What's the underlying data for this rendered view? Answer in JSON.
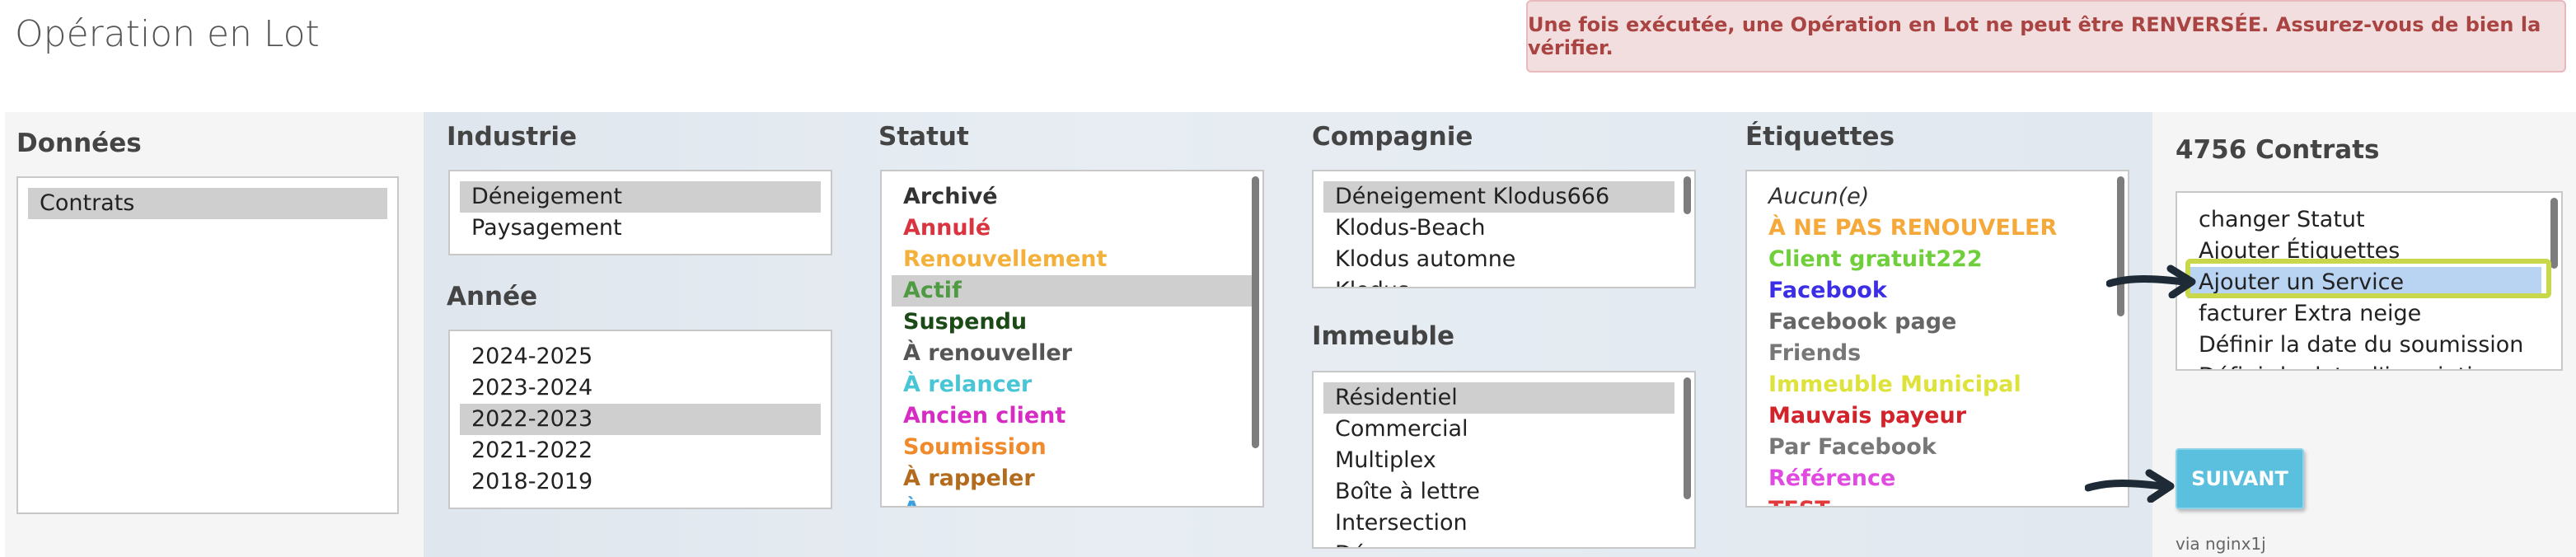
{
  "page": {
    "title": "Opération en Lot"
  },
  "warning": {
    "text": "Une fois exécutée, une Opération en Lot ne peut être RENVERSÉE. Assurez-vous de bien la vérifier."
  },
  "donnees": {
    "label": "Données",
    "options": [
      "Contrats"
    ]
  },
  "industrie": {
    "label": "Industrie",
    "options": [
      "Déneigement",
      "Paysagement"
    ]
  },
  "annee": {
    "label": "Année",
    "options": [
      "2024-2025",
      "2023-2024",
      "2022-2023",
      "2021-2022",
      "2018-2019"
    ]
  },
  "statut": {
    "label": "Statut",
    "options": [
      {
        "text": "Archivé",
        "color": "#333333"
      },
      {
        "text": "Annulé",
        "color": "#d9343f"
      },
      {
        "text": "Renouvellement",
        "color": "#f3b13b"
      },
      {
        "text": "Actif",
        "color": "#4f9a42"
      },
      {
        "text": "Suspendu",
        "color": "#1c4a16"
      },
      {
        "text": "À renouveller",
        "color": "#555555"
      },
      {
        "text": "À relancer",
        "color": "#49c6d6"
      },
      {
        "text": "Ancien client",
        "color": "#d72cc3"
      },
      {
        "text": "Soumission",
        "color": "#f08a2b"
      },
      {
        "text": "À rappeler",
        "color": "#b36b1d"
      },
      {
        "text": "À ...",
        "color": "#3aa0e0"
      }
    ]
  },
  "compagnie": {
    "label": "Compagnie",
    "options": [
      "Déneigement Klodus666",
      "Klodus-Beach",
      "Klodus automne",
      "Klodus..."
    ]
  },
  "immeuble": {
    "label": "Immeuble",
    "options": [
      "Résidentiel",
      "Commercial",
      "Multiplex",
      "Boîte à lettre",
      "Intersection",
      "Dépanneur..."
    ]
  },
  "etiquettes": {
    "label": "Étiquettes",
    "options": [
      {
        "text": "Aucun(e)",
        "color": "#333333",
        "italic": true,
        "bold": false
      },
      {
        "text": "À NE PAS RENOUVELER",
        "color": "#f4a93a",
        "italic": false,
        "bold": true
      },
      {
        "text": "Client gratuit222",
        "color": "#6fcf3a",
        "italic": false,
        "bold": true
      },
      {
        "text": "Facebook",
        "color": "#3b2ee6",
        "italic": false,
        "bold": true
      },
      {
        "text": "Facebook page",
        "color": "#666666",
        "italic": false,
        "bold": true
      },
      {
        "text": "Friends",
        "color": "#777777",
        "italic": false,
        "bold": true
      },
      {
        "text": "Immeuble Municipal",
        "color": "#dde33a",
        "italic": false,
        "bold": true
      },
      {
        "text": "Mauvais payeur",
        "color": "#d2222a",
        "italic": false,
        "bold": true
      },
      {
        "text": "Par Facebook",
        "color": "#777777",
        "italic": false,
        "bold": true
      },
      {
        "text": "Référence",
        "color": "#e04ae0",
        "italic": false,
        "bold": true
      },
      {
        "text": "TEST",
        "color": "#e23a3a",
        "italic": false,
        "bold": true
      }
    ]
  },
  "contrats": {
    "label": "4756 Contrats",
    "options": [
      "changer Statut",
      "Ajouter Étiquettes",
      "Ajouter un Service",
      "facturer Extra neige",
      "Définir la date du soumission",
      "Définir la date d'inscription"
    ],
    "selected_index": 2
  },
  "next_button": {
    "label": "SUIVANT"
  },
  "footer": {
    "text": "via nginx1j"
  },
  "colors": {
    "highlight": "#c9d84a",
    "selected_bg": "#b9d4f2",
    "button": "#5bc0de"
  }
}
